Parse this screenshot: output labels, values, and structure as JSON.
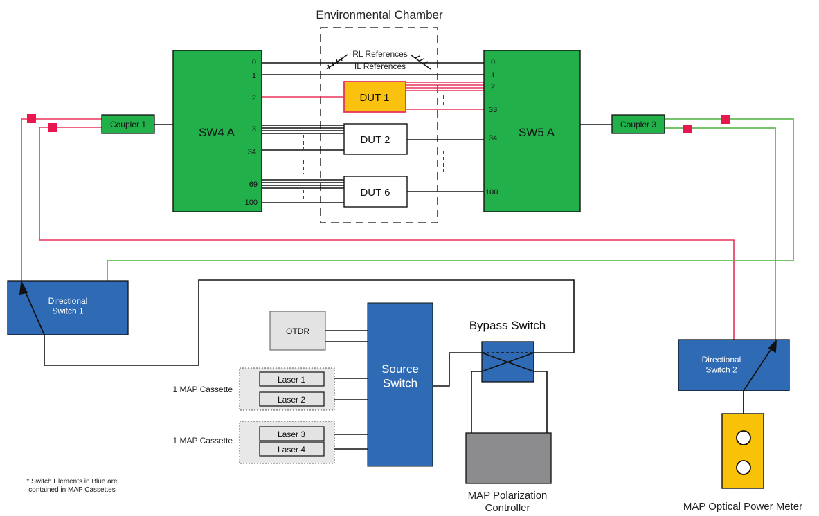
{
  "chamber_title": "Environmental Chamber",
  "references": {
    "rl": "RL References",
    "il": "IL References"
  },
  "sw4": {
    "label": "SW4 A",
    "ports": [
      "0",
      "1",
      "2",
      "3",
      "34",
      "69",
      "100"
    ]
  },
  "sw5": {
    "label": "SW5 A",
    "ports": [
      "0",
      "1",
      "2",
      "33",
      "34",
      "100"
    ]
  },
  "duts": [
    "DUT 1",
    "DUT 2",
    "DUT 6"
  ],
  "couplers": [
    "Coupler 1",
    "Coupler 3"
  ],
  "directional_switch_1": "Directional\nSwitch 1",
  "directional_switch_2": "Directional\nSwitch 2",
  "otdr": "OTDR",
  "source_switch": "Source\nSwitch",
  "bypass_switch": "Bypass Switch",
  "cassettes": [
    {
      "label": "1 MAP Cassette",
      "lasers": [
        "Laser 1",
        "Laser 2"
      ]
    },
    {
      "label": "1 MAP Cassette",
      "lasers": [
        "Laser 3",
        "Laser 4"
      ]
    }
  ],
  "polarization_controller": "MAP Polarization\nController",
  "power_meter": "MAP Optical Power Meter",
  "footnote": "* Switch Elements in Blue are\ncontained in MAP Cassettes",
  "colors": {
    "switch_green": "#22b04b",
    "switch_blue": "#2f6bb5",
    "dut_yellow": "#fbc10f",
    "red_line": "#e8335a",
    "green_line": "#4caf3c",
    "marker_red": "#e8174f",
    "controller_gray": "#8c8c8f",
    "meter_yellow": "#f7c207"
  }
}
